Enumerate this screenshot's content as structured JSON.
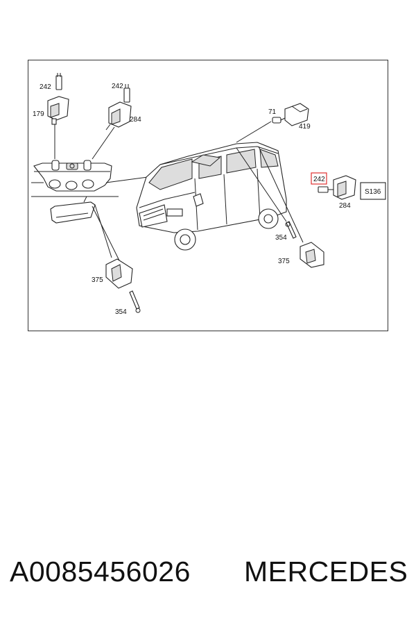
{
  "diagram": {
    "callouts": {
      "c242_a": "242",
      "c242_b": "242",
      "c242_c": "242",
      "c179": "179",
      "c284_a": "284",
      "c284_b": "284",
      "c71": "71",
      "c419": "419",
      "c354_a": "354",
      "c354_b": "354",
      "c375_a": "375",
      "c375_b": "375",
      "s136": "S136"
    },
    "highlight_color": "#e03030"
  },
  "caption": {
    "part_number": "A0085456026",
    "brand": "MERCEDES"
  }
}
